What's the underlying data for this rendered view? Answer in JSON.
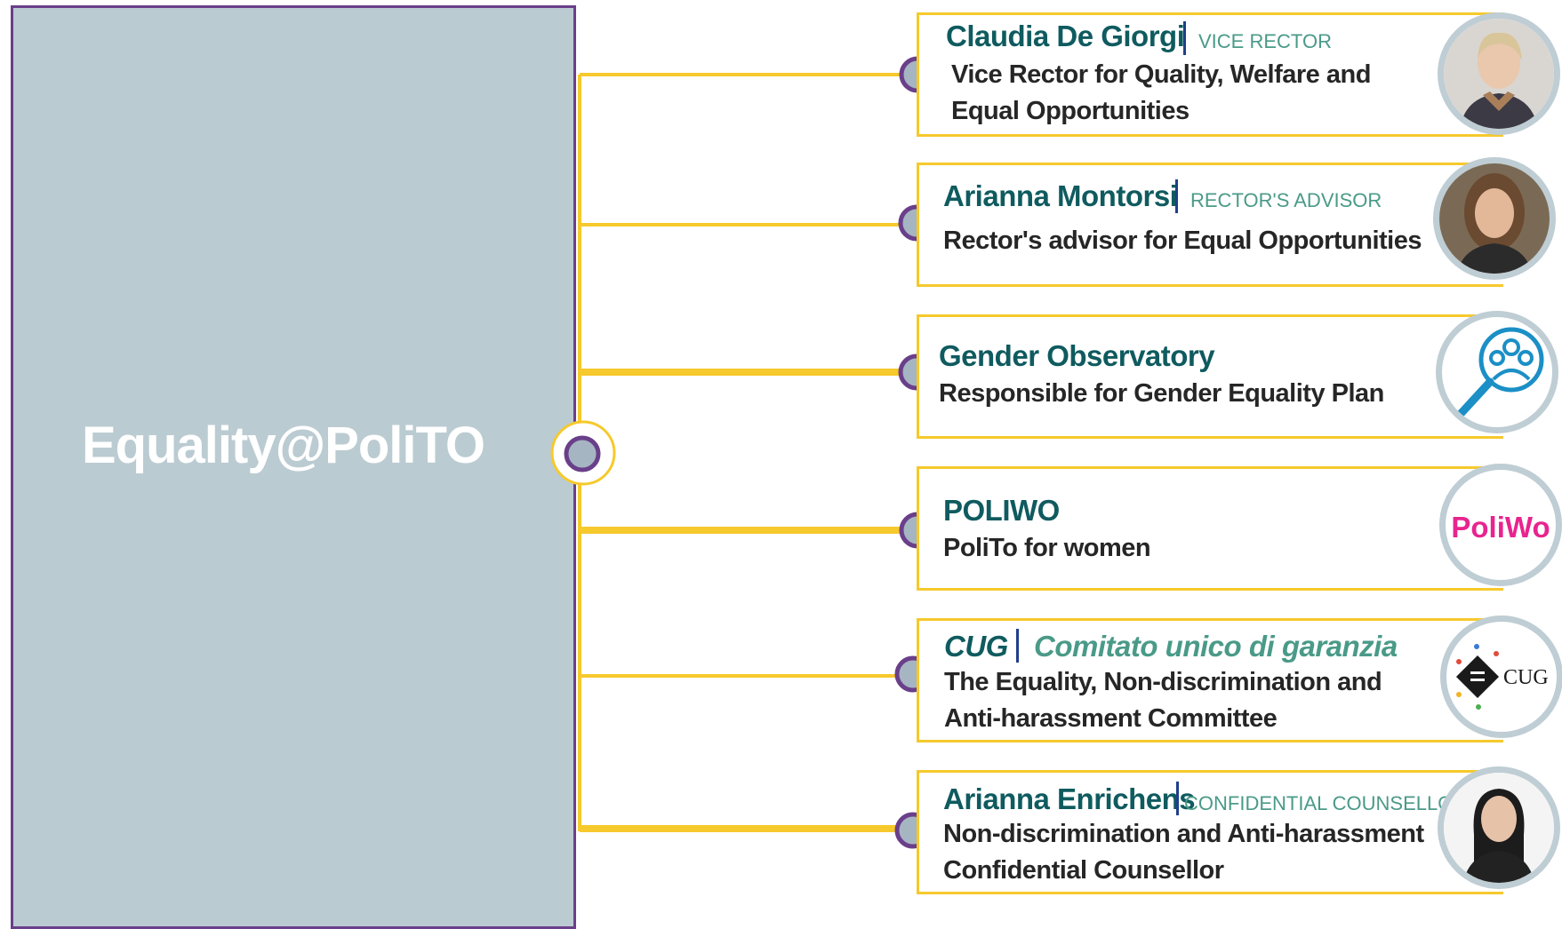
{
  "main": {
    "title": "Equality@PoliTO"
  },
  "cards": [
    {
      "name": "Claudia De Giorgi",
      "role": "VICE RECTOR",
      "description": [
        "Vice Rector for Quality, Welfare and",
        "Equal Opportunities"
      ],
      "icon": "person-photo"
    },
    {
      "name": "Arianna Montorsi",
      "role": "RECTOR'S ADVISOR",
      "description": [
        "Rector's advisor for Equal Opportunities"
      ],
      "icon": "person-photo"
    },
    {
      "name": "Gender Observatory",
      "role": "",
      "description": [
        "Responsible for Gender Equality Plan"
      ],
      "icon": "magnifier-people-icon"
    },
    {
      "name": "POLIWO",
      "role": "",
      "description": [
        "PoliTo for women"
      ],
      "icon": "poliwo-logo",
      "logo_text": "PoliWo"
    },
    {
      "name": "CUG",
      "role": "Comitato unico di garanzia",
      "description": [
        "The Equality, Non-discrimination and",
        "Anti-harassment Committee"
      ],
      "icon": "cug-logo",
      "logo_text": "CUG"
    },
    {
      "name": "Arianna Enrichens",
      "role": "CONFIDENTIAL COUNSELLOR",
      "description": [
        "Non-discrimination and Anti-harassment",
        "Confidential Counsellor"
      ],
      "icon": "person-photo"
    }
  ],
  "colors": {
    "accent": "#f6c92c",
    "teal": "#0f5b5f",
    "purple": "#6a3f8a",
    "panel": "#bbcbd2",
    "pink": "#e8248e"
  }
}
